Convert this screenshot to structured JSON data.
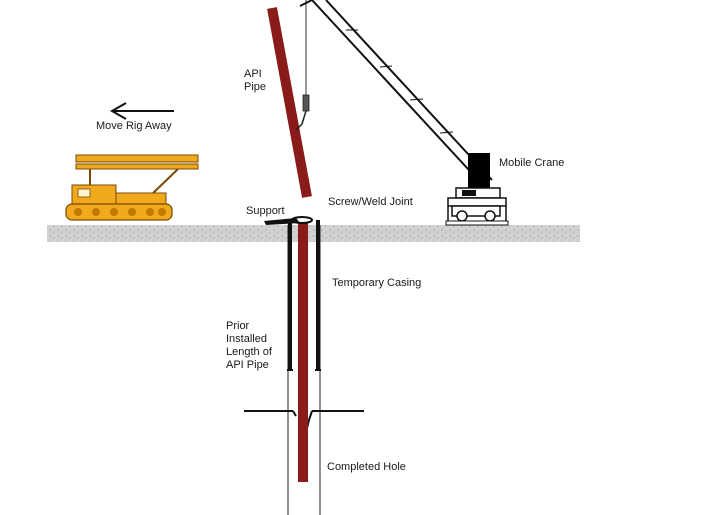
{
  "labels": {
    "api_pipe": [
      "API",
      "Pipe"
    ],
    "move_rig": "Move Rig Away",
    "mobile_crane": "Mobile Crane",
    "screw_weld": "Screw/Weld Joint",
    "support": "Support",
    "temporary_casing": "Temporary Casing",
    "prior_installed": [
      "Prior",
      "Installed",
      "Length of",
      "API Pipe"
    ],
    "completed_hole": "Completed Hole"
  },
  "colors": {
    "pipe": "#8b1a1a",
    "ground": "#cfcfcf",
    "rig": "#f0a81c",
    "ink": "#111111"
  }
}
